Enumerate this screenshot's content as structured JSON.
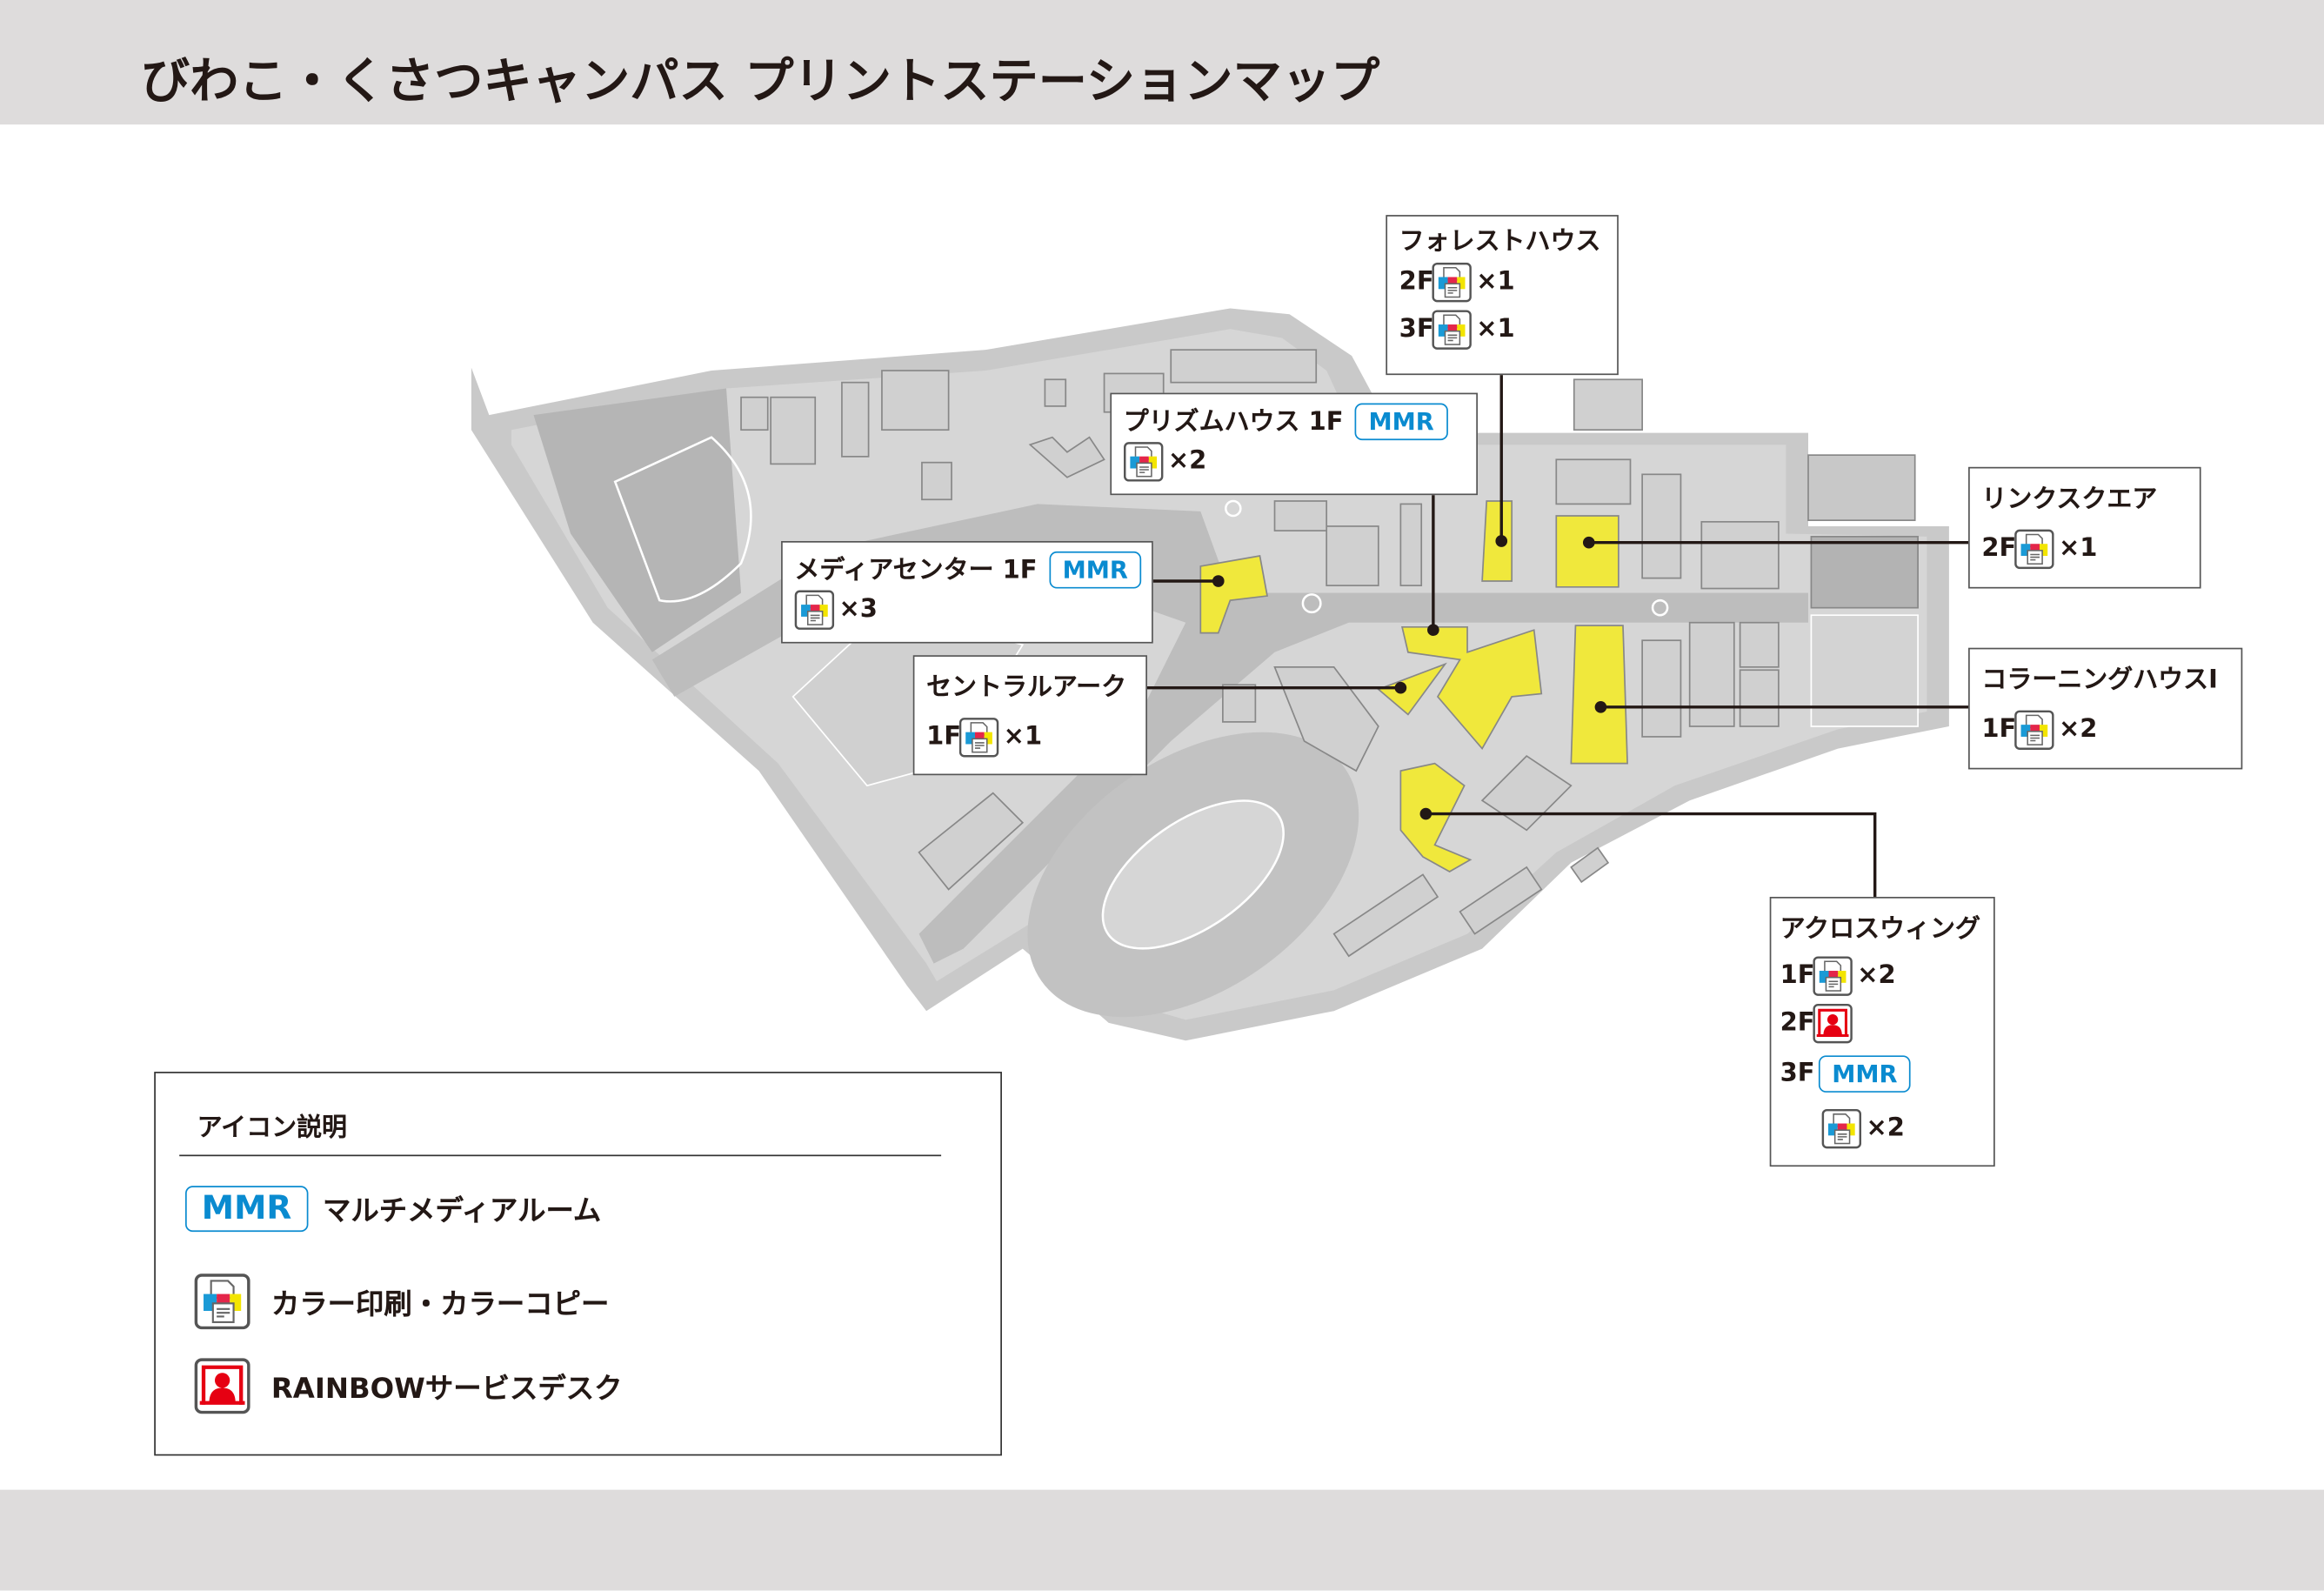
{
  "title": "びわこ・くさつキャンパス プリントステーションマップ",
  "colors": {
    "building_highlight": "#f0e83c",
    "mmr": "#0a8bd0",
    "service": "#e60012",
    "band": "#dedcdc"
  },
  "callouts": [
    {
      "name": "フォレストハウス",
      "rows": [
        {
          "floor": "2F",
          "icon": "printer-icon",
          "count": "×1"
        },
        {
          "floor": "3F",
          "icon": "printer-icon",
          "count": "×1"
        }
      ]
    },
    {
      "name": "プリズムハウス 1F",
      "badge": "MMR",
      "rows": [
        {
          "icon": "printer-icon",
          "count": "×2"
        }
      ]
    },
    {
      "name": "メディアセンター 1F",
      "badge": "MMR",
      "rows": [
        {
          "icon": "printer-icon",
          "count": "×3"
        }
      ]
    },
    {
      "name": "セントラルアーク",
      "rows": [
        {
          "floor": "1F",
          "icon": "printer-icon",
          "count": "×1"
        }
      ]
    },
    {
      "name": "リンクスクエア",
      "rows": [
        {
          "floor": "2F",
          "icon": "printer-icon",
          "count": "×1"
        }
      ]
    },
    {
      "name": "コラーニングハウスⅠ",
      "rows": [
        {
          "floor": "1F",
          "icon": "printer-icon",
          "count": "×2"
        }
      ]
    },
    {
      "name": "アクロスウィング",
      "rows": [
        {
          "floor": "1F",
          "icon": "printer-icon",
          "count": "×2"
        },
        {
          "floor": "2F",
          "icon": "service-desk-icon"
        },
        {
          "floor": "3F",
          "badge": "MMR"
        },
        {
          "icon": "printer-icon",
          "count": "×2"
        }
      ]
    }
  ],
  "legend": {
    "heading": "アイコン説明",
    "items": [
      {
        "badge": "MMR",
        "label": "マルチメディアルーム"
      },
      {
        "icon": "printer-icon",
        "label": "カラー印刷・カラーコピー"
      },
      {
        "icon": "service-desk-icon",
        "label": "RAINBOWサービスデスク"
      }
    ]
  }
}
